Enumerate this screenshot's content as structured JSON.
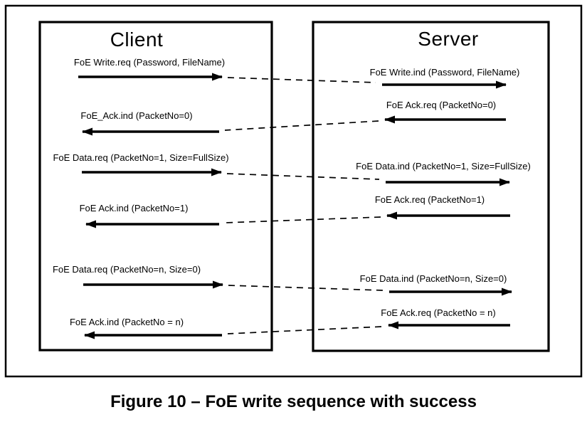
{
  "figure": {
    "caption": "Figure 10 – FoE write sequence with success"
  },
  "diagram": {
    "client": {
      "title": "Client"
    },
    "server": {
      "title": "Server"
    },
    "exchanges": [
      {
        "direction": "client-to-server",
        "client_msg": "FoE Write.req (Password, FileName)",
        "server_msg": "FoE Write.ind (Password, FileName)"
      },
      {
        "direction": "server-to-client",
        "server_msg": "FoE Ack.req (PacketNo=0)",
        "client_msg": "FoE_Ack.ind (PacketNo=0)"
      },
      {
        "direction": "client-to-server",
        "client_msg": "FoE Data.req (PacketNo=1, Size=FullSize)",
        "server_msg": "FoE Data.ind (PacketNo=1, Size=FullSize)"
      },
      {
        "direction": "server-to-client",
        "server_msg": "FoE Ack.req (PacketNo=1)",
        "client_msg": "FoE Ack.ind (PacketNo=1)"
      },
      {
        "direction": "client-to-server",
        "client_msg": "FoE Data.req (PacketNo=n, Size=0)",
        "server_msg": "FoE Data.ind (PacketNo=n, Size=0)"
      },
      {
        "direction": "server-to-client",
        "server_msg": "FoE Ack.req (PacketNo = n)",
        "client_msg": "FoE Ack.ind (PacketNo = n)"
      }
    ],
    "colors": {
      "line": "#000000",
      "background": "#ffffff"
    }
  }
}
